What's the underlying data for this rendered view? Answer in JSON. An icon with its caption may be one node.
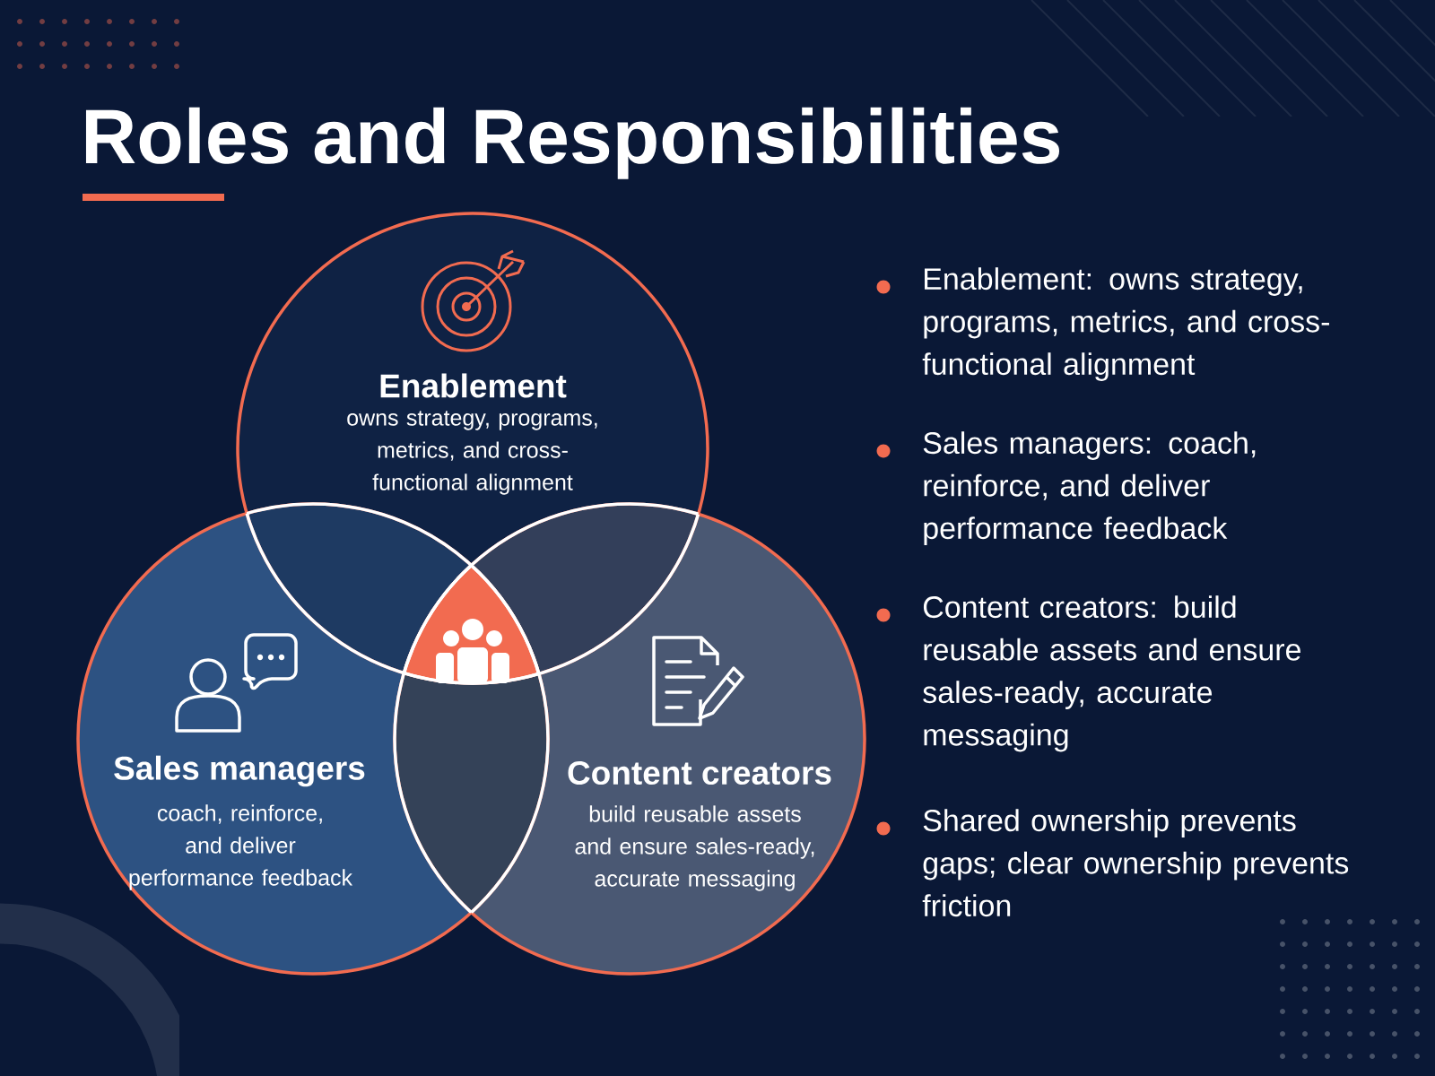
{
  "diagram": {
    "title": "Roles and Responsibilities",
    "nodes": [
      {
        "text": [
          "Enablement",
          "owns strategy, programs, metrics, and cross-functional alignment"
        ]
      },
      {
        "text": [
          "Sales managers",
          "coach, reinforce, and deliver performance feedback"
        ]
      },
      {
        "text": [
          "Content creators",
          "build reusable assets and ensure sales-ready, accurate messaging"
        ]
      }
    ],
    "labels": [
      "Enablement: owns strategy, programs, metrics, and cross-functional alignment",
      "Sales managers: coach, reinforce, and deliver performance feedback",
      "Content creators: build reusable assets and ensure sales-ready, accurate messaging",
      "Shared ownership prevents gaps; clear ownership prevents friction"
    ]
  }
}
